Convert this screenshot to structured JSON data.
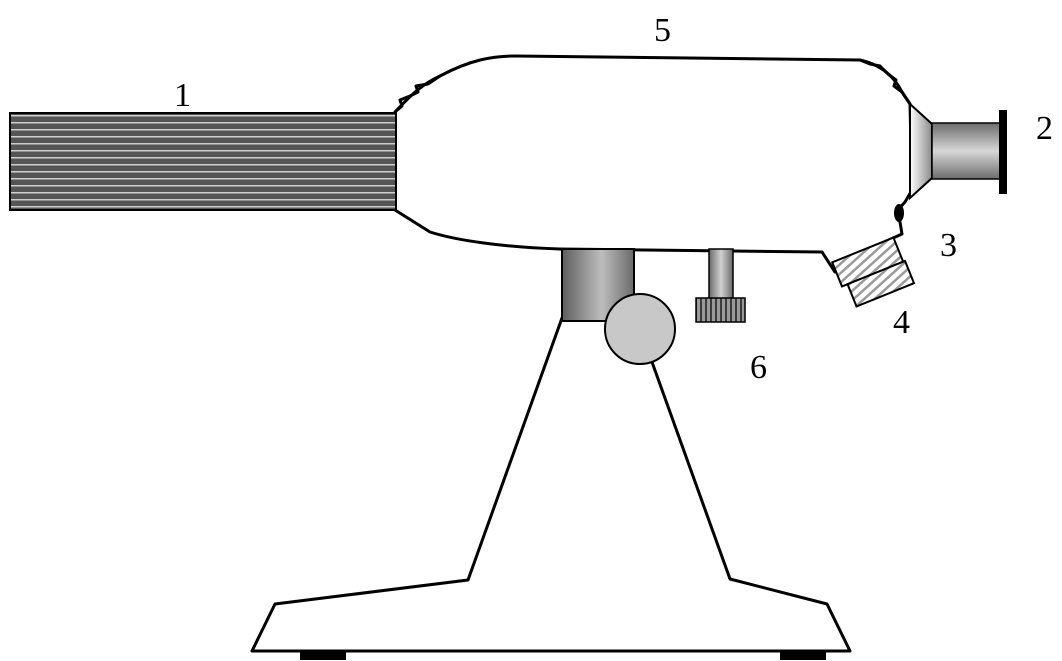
{
  "diagram": {
    "parts": [
      {
        "id": "tube",
        "label": "1"
      },
      {
        "id": "eyepiece",
        "label": "2"
      },
      {
        "id": "dial",
        "label": "3"
      },
      {
        "id": "vernier-knob",
        "label": "4"
      },
      {
        "id": "housing",
        "label": "5"
      },
      {
        "id": "focus-knob",
        "label": "6"
      }
    ]
  },
  "colors": {
    "tube_stripe_dark": "#555555",
    "tube_stripe_light": "#c8c8c8",
    "knob_fill": "#c8c8c8",
    "metal_dark": "#666666",
    "metal_light": "#e6e6e6",
    "outline": "#000000"
  }
}
